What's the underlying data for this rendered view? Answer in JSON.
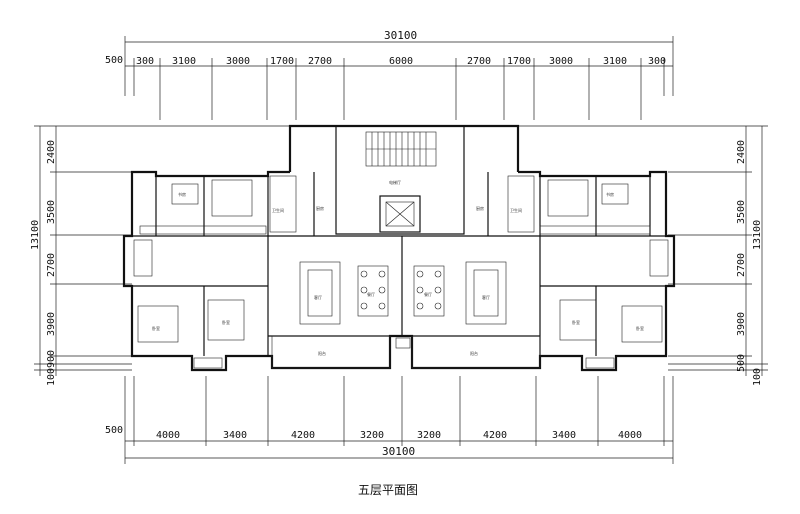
{
  "title": "五层平面图",
  "top": {
    "total": "30100",
    "left_offset": "500",
    "segments": [
      "300",
      "3100",
      "3000",
      "1700",
      "2700",
      "6000",
      "2700",
      "1700",
      "3000",
      "3100",
      "300"
    ]
  },
  "bottom": {
    "total": "30100",
    "left_offset": "500",
    "segments": [
      "4000",
      "3400",
      "4200",
      "3200",
      "3200",
      "4200",
      "3400",
      "4000"
    ]
  },
  "left": {
    "total": "13100",
    "segments": [
      "2400",
      "3500",
      "2700",
      "3900",
      "900",
      "100"
    ]
  },
  "right": {
    "total": "13100",
    "segments": [
      "2400",
      "3500",
      "2700",
      "3900",
      "500",
      "100"
    ]
  },
  "rooms": {
    "stair": "电梯厅",
    "living_l": "客厅",
    "living_r": "客厅",
    "dining_l": "餐厅",
    "dining_r": "餐厅",
    "bed_a": "卧室",
    "bed_b": "卧室",
    "bed_c": "卧室",
    "bed_d": "卧室",
    "kitchen_l": "厨房",
    "kitchen_r": "厨房",
    "balcony_l": "阳台",
    "balcony_r": "阳台",
    "study_l": "书房",
    "study_r": "书房",
    "bath_l": "卫生间",
    "bath_r": "卫生间"
  }
}
